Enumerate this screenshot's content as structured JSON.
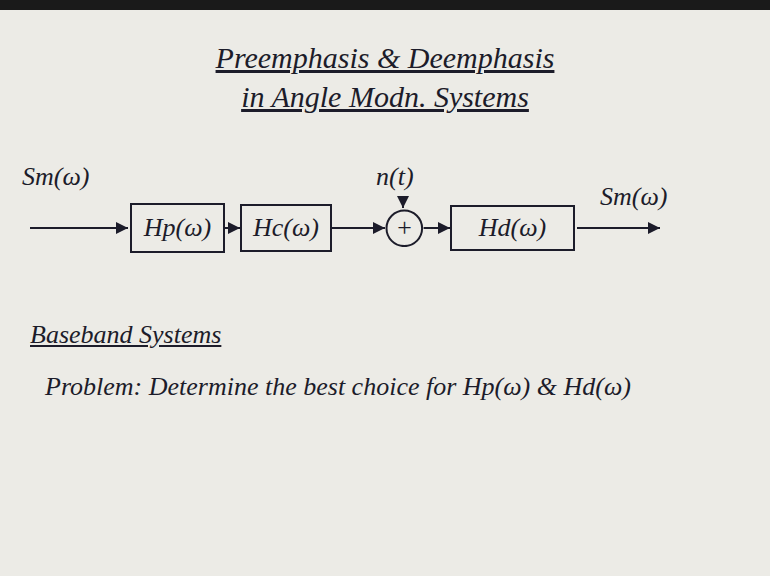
{
  "diagram": {
    "title": "Preemphasis & Deemphasis in Angle Modn. Systems",
    "nodes": [
      {
        "text": [
          "Hp(ω)"
        ]
      },
      {
        "text": [
          "Hc(ω)"
        ]
      },
      {
        "text": [
          "+"
        ]
      },
      {
        "text": [
          "Hd(ω)"
        ]
      }
    ],
    "edges": [
      {
        "from": 0,
        "to": 1,
        "arrow": "to"
      },
      {
        "from": 1,
        "to": 2,
        "arrow": "to"
      },
      {
        "from": 2,
        "to": 3,
        "arrow": "to"
      }
    ],
    "labels": [
      "Sm(ω)",
      "n(t)",
      "Sm(ω)",
      "Baseband Systems",
      "Problem: Determine the best choice for Hp(ω) & Hd(ω)"
    ]
  }
}
